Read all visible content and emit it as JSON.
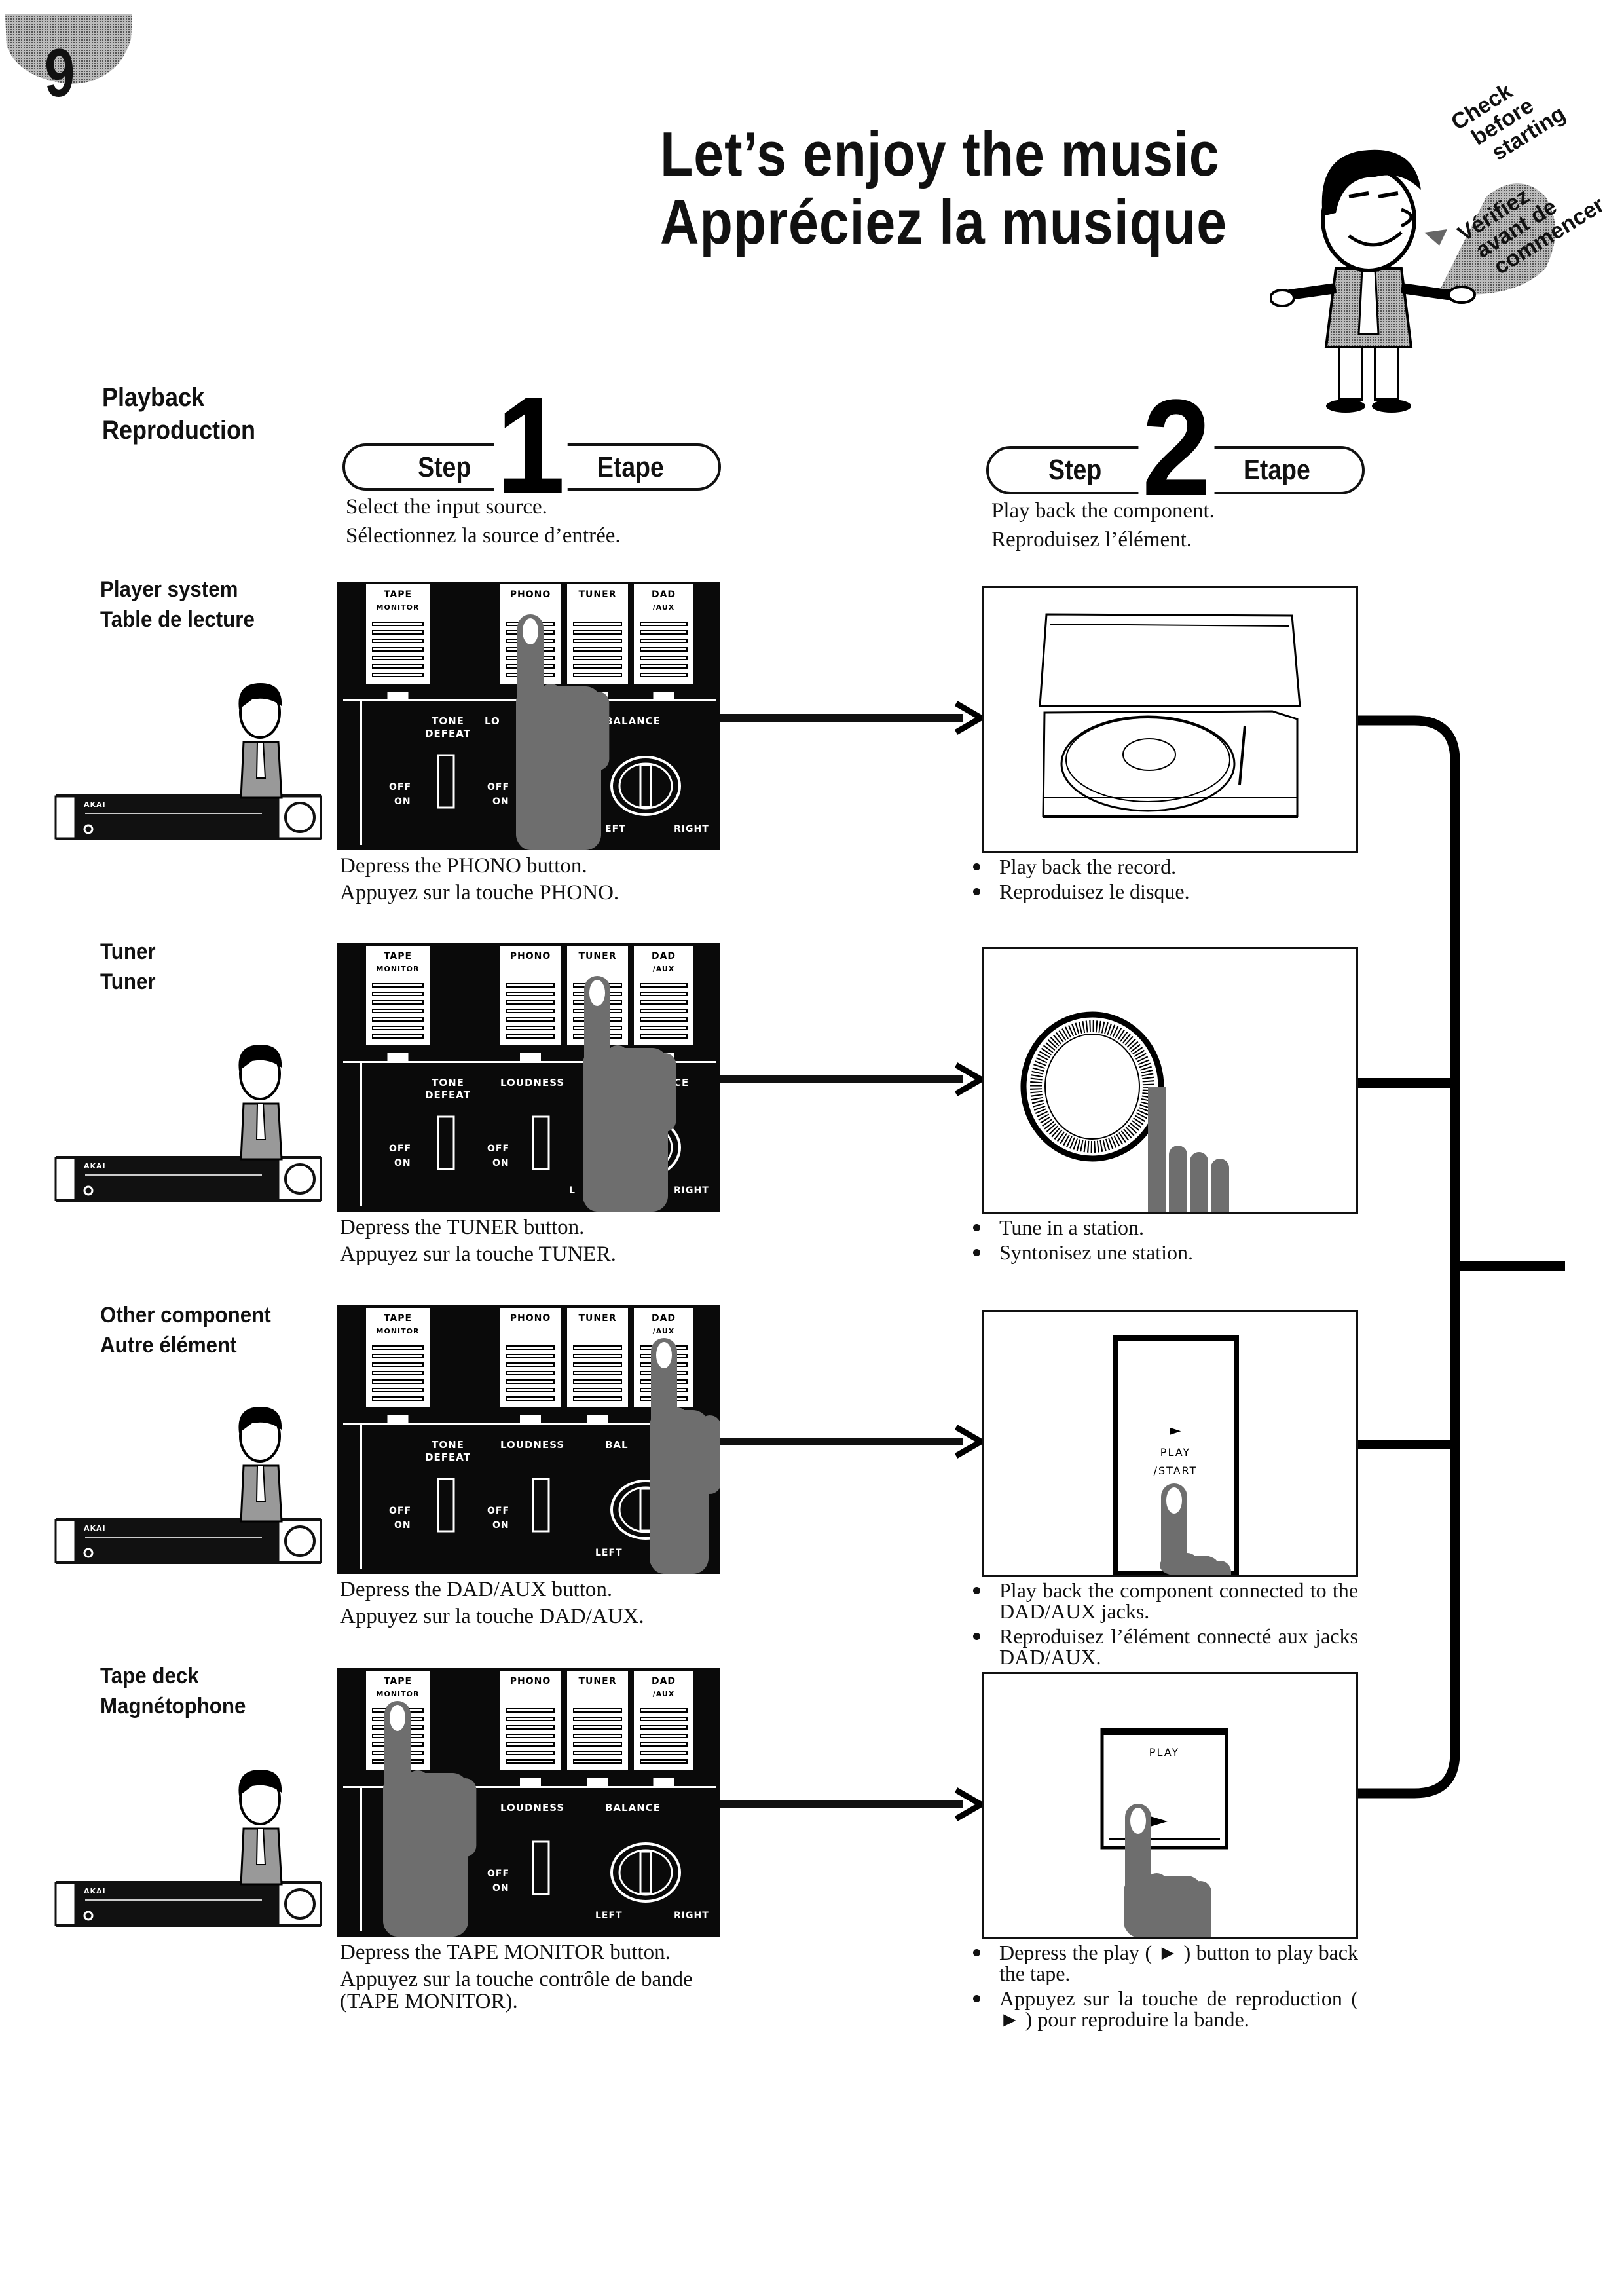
{
  "page_number": "9",
  "title": {
    "en": "Let’s enjoy the music",
    "fr": "Appréciez la musique"
  },
  "mascot_bubble": {
    "en": [
      "Check",
      "before",
      "starting"
    ],
    "fr": [
      "Vérifiez",
      "avant de",
      "commencer"
    ]
  },
  "section": {
    "en": "Playback",
    "fr": "Reproduction"
  },
  "step1": {
    "label_en": "Step",
    "number": "1",
    "label_fr": "Etape",
    "desc_en": "Select the input source.",
    "desc_fr": "Sélectionnez la source d’entrée."
  },
  "step2": {
    "label_en": "Step",
    "number": "2",
    "label_fr": "Etape",
    "desc_en": "Play back the component.",
    "desc_fr": "Reproduisez l’élément."
  },
  "receiver_logo": "AKAI",
  "panel_buttons": [
    [
      "TAPE",
      "MONITOR"
    ],
    [
      "PHONO"
    ],
    [
      "TUNER"
    ],
    [
      "DAD",
      "/AUX"
    ]
  ],
  "rows": [
    {
      "label_en": "Player system",
      "label_fr": "Table de lecture",
      "pressed_button": "PHONO",
      "panel_labels": {
        "tone": [
          "TONE",
          "DEFEAT"
        ],
        "loudness": "LO",
        "balance": "BALANCE",
        "switch1": [
          "OFF",
          "ON"
        ],
        "switch2": [
          "OFF",
          "ON"
        ],
        "left": "EFT",
        "right": "RIGHT"
      },
      "caption_en": "Depress the PHONO button.",
      "caption_fr": "Appuyez sur la touche PHONO.",
      "illustration": "turntable",
      "bullets": [
        "Play back the record.",
        "Reproduisez le disque."
      ]
    },
    {
      "label_en": "Tuner",
      "label_fr": "Tuner",
      "pressed_button": "TUNER",
      "panel_labels": {
        "tone": [
          "TONE",
          "DEFEAT"
        ],
        "loudness": "LOUDNESS",
        "balance": "CE",
        "switch1": [
          "OFF",
          "ON"
        ],
        "switch2": [
          "OFF",
          "ON"
        ],
        "left": "L",
        "right": "RIGHT"
      },
      "caption_en": "Depress the TUNER button.",
      "caption_fr": "Appuyez sur la touche TUNER.",
      "illustration": "tuning-dial",
      "bullets": [
        "Tune in a station.",
        "Syntonisez une station."
      ]
    },
    {
      "label_en": "Other component",
      "label_fr": "Autre élément",
      "pressed_button": "DAD/AUX",
      "panel_labels": {
        "tone": [
          "TONE",
          "DEFEAT"
        ],
        "loudness": "LOUDNESS",
        "balance": "BAL",
        "switch1": [
          "OFF",
          "ON"
        ],
        "switch2": [
          "OFF",
          "ON"
        ],
        "left": "LEFT",
        "right": ""
      },
      "caption_en": "Depress the DAD/AUX button.",
      "caption_fr": "Appuyez sur la touche DAD/AUX.",
      "illustration": "play-start-button",
      "button_text": [
        "►",
        "PLAY",
        "/START"
      ],
      "bullets": [
        "Play back the component connected to the DAD/AUX jacks.",
        "Reproduisez l’élément connecté aux jacks DAD/AUX."
      ]
    },
    {
      "label_en": "Tape deck",
      "label_fr": "Magnétophone",
      "pressed_button": "TAPE MONITOR",
      "panel_labels": {
        "tone": [
          "",
          ""
        ],
        "loudness": "LOUDNESS",
        "balance": "BALANCE",
        "switch1": [
          "",
          ""
        ],
        "switch2": [
          "OFF",
          "ON"
        ],
        "left": "LEFT",
        "right": "RIGHT"
      },
      "caption_en": "Depress the TAPE MONITOR button.",
      "caption_fr": "Appuyez sur la touche contrôle de bande (TAPE MONITOR).",
      "illustration": "play-button",
      "button_text": [
        "PLAY"
      ],
      "bullets": [
        "Depress the play ( ► ) button to play back the tape.",
        "Appuyez sur la touche de reproduction ( ► ) pour reproduire la bande."
      ]
    }
  ]
}
